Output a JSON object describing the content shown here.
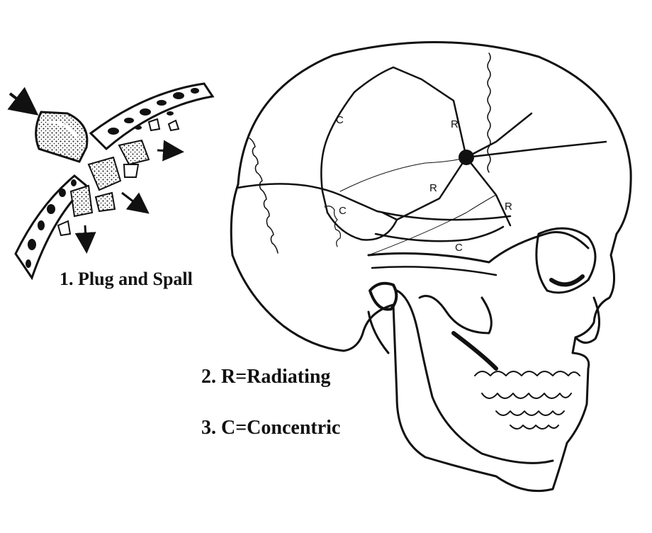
{
  "captions": {
    "plug_and_spall": "1.  Plug and Spall",
    "radiating": "2.  R=Radiating",
    "concentric": "3.  C=Concentric"
  },
  "fracture_marks": {
    "radiating": [
      "R",
      "R",
      "R"
    ],
    "concentric": [
      "C",
      "C",
      "C"
    ]
  },
  "colors": {
    "ink": "#111111",
    "paper": "#ffffff"
  }
}
